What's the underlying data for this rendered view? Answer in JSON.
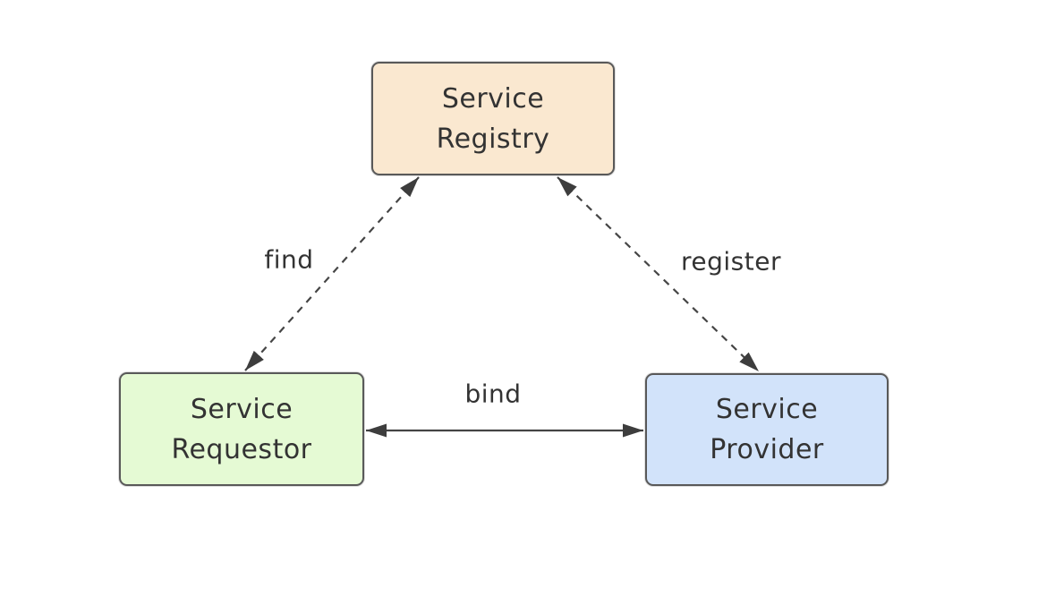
{
  "diagram": {
    "type": "node-edge-diagram",
    "description": "Service-oriented architecture triangle: registry, requestor, provider",
    "background_color": "#ffffff",
    "line_color": "#454545",
    "text_color": "#333333",
    "nodes": [
      {
        "id": "service-registry",
        "label": "Service Registry",
        "lines": [
          "Service",
          "Registry"
        ],
        "fill": "#fae8d0",
        "border": "#595959",
        "position": "top-center"
      },
      {
        "id": "service-requestor",
        "label": "Service Requestor",
        "lines": [
          "Service",
          "Requestor"
        ],
        "fill": "#e5fad4",
        "border": "#595959",
        "position": "bottom-left"
      },
      {
        "id": "service-provider",
        "label": "Service Provider",
        "lines": [
          "Service",
          "Provider"
        ],
        "fill": "#d2e3fa",
        "border": "#595959",
        "position": "bottom-right"
      }
    ],
    "edges": [
      {
        "id": "find",
        "label": "find",
        "from": "service-requestor",
        "to": "service-registry",
        "line_style": "dashed",
        "direction": "bidirectional"
      },
      {
        "id": "register",
        "label": "register",
        "from": "service-provider",
        "to": "service-registry",
        "line_style": "dashed",
        "direction": "bidirectional"
      },
      {
        "id": "bind",
        "label": "bind",
        "from": "service-requestor",
        "to": "service-provider",
        "line_style": "solid",
        "direction": "bidirectional"
      }
    ]
  }
}
